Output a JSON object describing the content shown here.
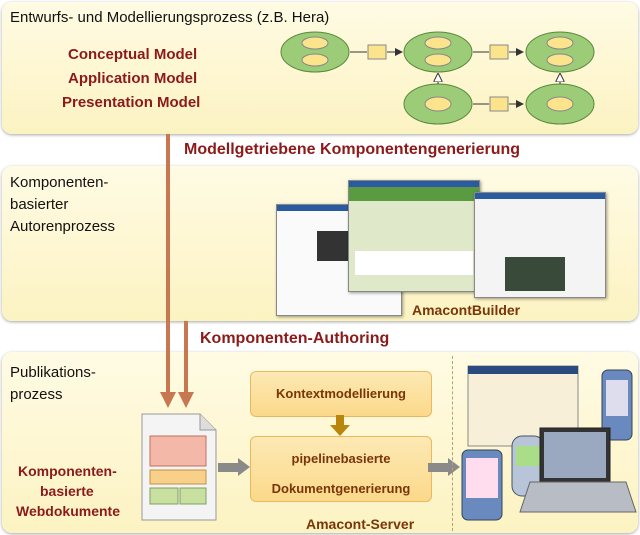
{
  "diagram": {
    "sections": [
      {
        "id": "design",
        "title": "Entwurfs- und Modellierungsprozess (z.B. Hera)",
        "models": [
          "Conceptual Model",
          "Application Model",
          "Presentation Model"
        ]
      },
      {
        "id": "authoring",
        "title_lines": [
          "Komponenten-",
          "basierter",
          "Autorenprozess"
        ],
        "tool_label": "AmacontBuilder"
      },
      {
        "id": "publication",
        "title_lines": [
          "Publikations-",
          "prozess"
        ],
        "doc_label_lines": [
          "Komponenten-",
          "basierte",
          "Webdokumente"
        ],
        "context_box": "Kontextmodellierung",
        "pipeline_box_lines": [
          "pipelinebasierte",
          "Dokumentgenerierung"
        ],
        "server_label": "Amacont-Server"
      }
    ],
    "transitions": [
      {
        "label": "Modellgetriebene Komponentengenerierung"
      },
      {
        "label": "Komponenten-Authoring"
      }
    ],
    "colors": {
      "panel": "#fcf3c2",
      "accent_red": "#8c1a1a",
      "arrow_brown": "#c87850",
      "node_green": "#9ccc78",
      "node_box": "#fce48c",
      "pipeline_box": "#fbd98a"
    }
  }
}
